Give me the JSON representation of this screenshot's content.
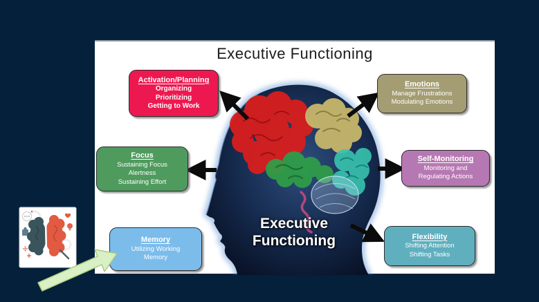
{
  "slide": {
    "background_color": "#05203a",
    "panel_color": "#ffffff"
  },
  "title": {
    "text": "Executive Functioning"
  },
  "overlay": {
    "line1": "Executive",
    "line2": "Functioning"
  },
  "boxes": [
    {
      "id": "activation-planning",
      "title": "Activation/Planning",
      "lines": [
        "Organizing",
        "Prioritizing",
        "Getting to Work"
      ],
      "color": "#ee1850"
    },
    {
      "id": "emotions",
      "title": "Emotions",
      "lines": [
        "Manage Frustrations",
        "Modulating Emotions"
      ],
      "color": "#a49d73"
    },
    {
      "id": "focus",
      "title": "Focus",
      "lines": [
        "Sustaining Focus",
        "Alertness",
        "Sustaining Effort"
      ],
      "color": "#4f9b5e"
    },
    {
      "id": "self-monitoring",
      "title": "Self-Monitoring",
      "lines": [
        "Monitoring and",
        "Regulating Actions"
      ],
      "color": "#b678b2"
    },
    {
      "id": "memory",
      "title": "Memory",
      "lines": [
        "Utilizing Working",
        "Memory"
      ],
      "color": "#7cbcea"
    },
    {
      "id": "flexibility",
      "title": "Flexibility",
      "lines": [
        "Shifting Attention",
        "Shifting Tasks"
      ],
      "color": "#5fafbf"
    }
  ],
  "colors": {
    "arrow_black": "#0b0b0b",
    "green_arrow_fill": "#d9efc4",
    "green_arrow_border": "#a8cc7f",
    "frontal_lobe_red": "#d81e1e",
    "parietal_khaki": "#c7b76b",
    "temporal_green": "#2f9e48",
    "occipital_teal": "#38c4ae",
    "brainstem_magenta": "#c2497f"
  },
  "thumbnail": {
    "left_hemisphere_color": "#3a545b",
    "right_hemisphere_color": "#e25a41"
  }
}
